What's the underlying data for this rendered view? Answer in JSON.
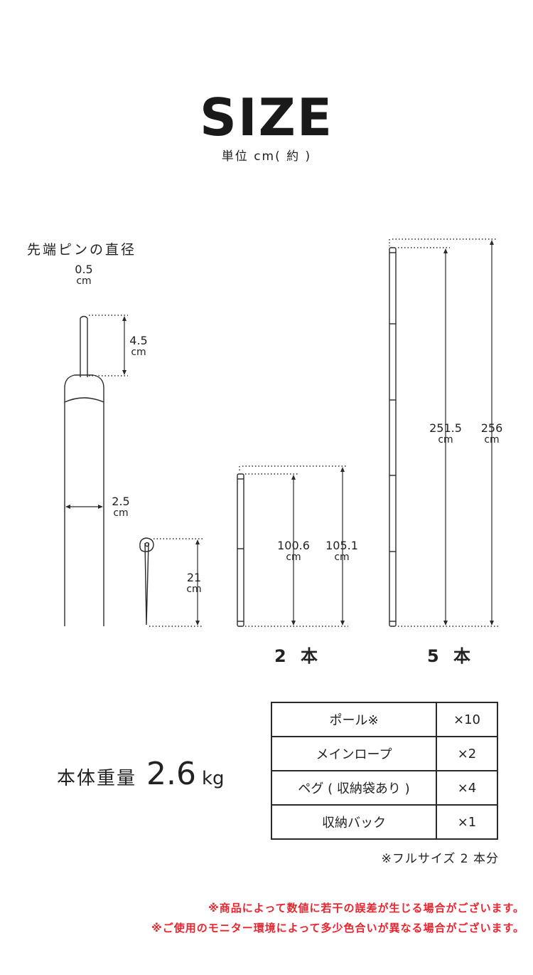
{
  "header": {
    "title": "SIZE",
    "unit_note": "単位 cm( 約 )"
  },
  "tip_pin": {
    "label": "先端ピンの直径",
    "diameter": {
      "value": "0.5",
      "unit": "cm"
    },
    "pin_length": {
      "value": "4.5",
      "unit": "cm"
    }
  },
  "pole_width": {
    "value": "2.5",
    "unit": "cm"
  },
  "peg": {
    "value": "21",
    "unit": "cm"
  },
  "pole_2": {
    "inner": {
      "value": "100.6",
      "unit": "cm"
    },
    "outer": {
      "value": "105.1",
      "unit": "cm"
    },
    "count_label": "2 本",
    "segments": 2
  },
  "pole_5": {
    "inner": {
      "value": "251.5",
      "unit": "cm"
    },
    "outer": {
      "value": "256",
      "unit": "cm"
    },
    "count_label": "5 本",
    "segments": 5
  },
  "weight": {
    "label": "本体重量",
    "value": "2.6",
    "unit": "kg"
  },
  "contents": [
    {
      "item": "ポール※",
      "qty": "×10"
    },
    {
      "item": "メインロープ",
      "qty": "×2"
    },
    {
      "item": "ペグ ( 収納袋あり )",
      "qty": "×4"
    },
    {
      "item": "収納バック",
      "qty": "×1"
    }
  ],
  "contents_note": "※フルサイズ 2 本分",
  "warnings": [
    "※商品によって数値に若干の誤差が生じる場合がございます。",
    "※ご使用のモニター環境によって多少色合いが異なる場合がございます。"
  ]
}
